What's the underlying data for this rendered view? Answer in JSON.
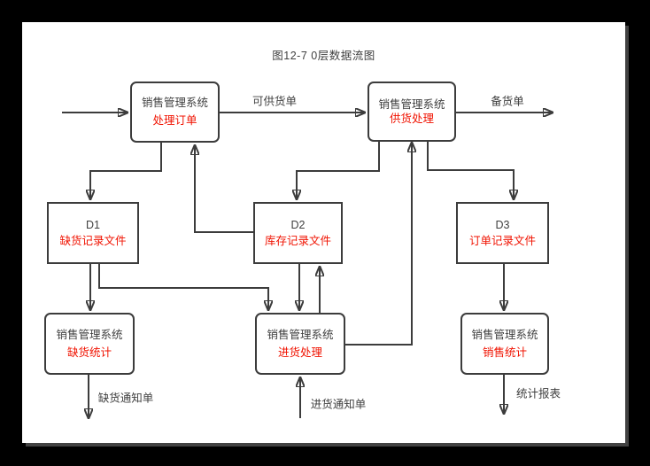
{
  "title": "图12-7 0层数据流图",
  "processes": [
    {
      "system": "销售管理系统",
      "name": "处理订单"
    },
    {
      "system": "销售管理系统",
      "name": "供货处理"
    },
    {
      "system": "销售管理系统",
      "name": "缺货统计"
    },
    {
      "system": "销售管理系统",
      "name": "进货处理"
    },
    {
      "system": "销售管理系统",
      "name": "销售统计"
    }
  ],
  "stores": [
    {
      "id": "D1",
      "name": "缺货记录文件"
    },
    {
      "id": "D2",
      "name": "库存记录文件"
    },
    {
      "id": "D3",
      "name": "订单记录文件"
    }
  ],
  "flows": {
    "available_goods": "可供货单",
    "stock_order": "备货单",
    "shortage_notice": "缺货通知单",
    "purchase_notice": "进货通知单",
    "stats_report": "统计报表"
  },
  "colors": {
    "backdrop": "#000000",
    "page": "#ffffff",
    "line": "#3c3c3c",
    "text": "#404040",
    "accent_red": "#f01200"
  }
}
